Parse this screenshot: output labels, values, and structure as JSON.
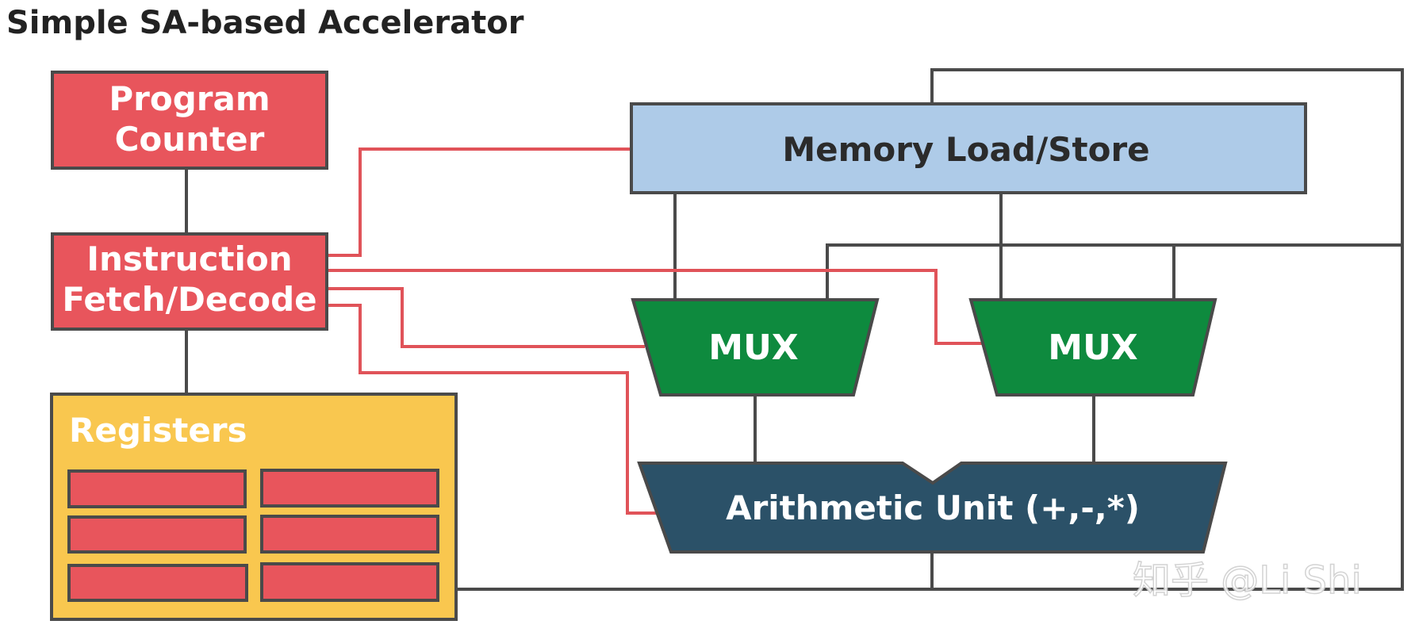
{
  "title": "Simple SA-based Accelerator",
  "blocks": {
    "program_counter": {
      "line1": "Program",
      "line2": "Counter"
    },
    "instruction_fetch": {
      "line1": "Instruction",
      "line2": "Fetch/Decode"
    },
    "registers": {
      "label": "Registers",
      "cell_count": 6
    },
    "memory": {
      "label": "Memory Load/Store"
    },
    "mux_left": {
      "label": "MUX"
    },
    "mux_right": {
      "label": "MUX"
    },
    "alu": {
      "label": "Arithmetic Unit (+,-,*)"
    }
  },
  "watermark": "知乎 @Li Shi",
  "colors": {
    "red": "#e8555c",
    "yellow": "#f9c74f",
    "light_blue": "#aecbe8",
    "green": "#0e8a3e",
    "dark_teal": "#2b5168",
    "border": "#4a4a4a",
    "control_wire": "#e05359"
  }
}
